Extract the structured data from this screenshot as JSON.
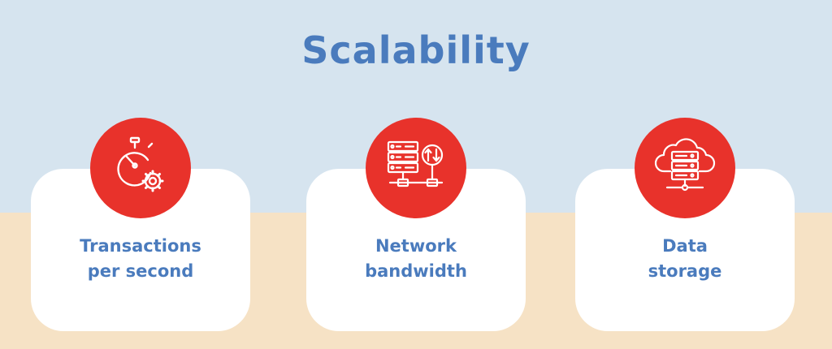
{
  "title": "Scalability",
  "colors": {
    "title": "#4a7bbd",
    "badge": "#e8322b",
    "top_background": "#d6e4ef",
    "bottom_background": "#f6e2c5",
    "card": "#ffffff"
  },
  "cards": [
    {
      "icon": "stopwatch-gear-icon",
      "label_line1": "Transactions",
      "label_line2": "per second"
    },
    {
      "icon": "server-network-arrows-icon",
      "label_line1": "Network",
      "label_line2": "bandwidth"
    },
    {
      "icon": "cloud-server-icon",
      "label_line1": "Data",
      "label_line2": "storage"
    }
  ]
}
